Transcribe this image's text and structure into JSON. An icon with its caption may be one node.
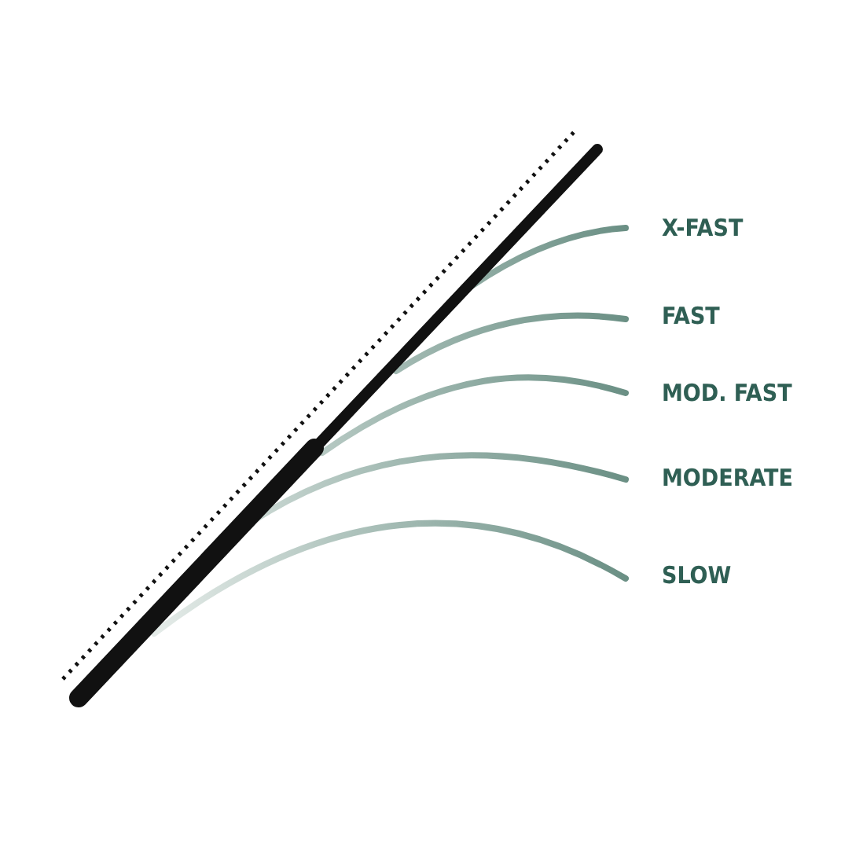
{
  "diagram": {
    "labels": [
      "X-FAST",
      "FAST",
      "MOD. FAST",
      "MODERATE",
      "SLOW"
    ]
  }
}
